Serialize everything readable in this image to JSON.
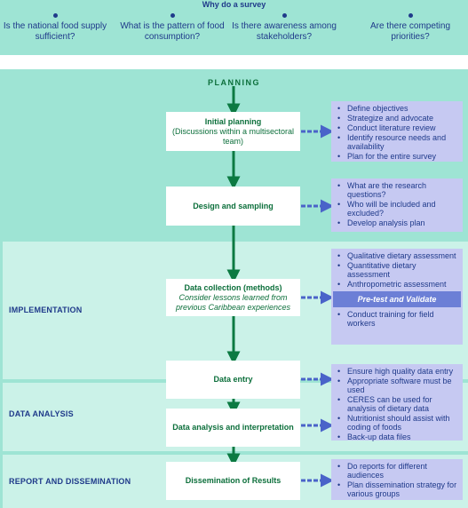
{
  "header": {
    "title": "Why do a survey",
    "questions": [
      "Is the national food supply sufficient?",
      "What is the pattern of food consumption?",
      "Is there awareness among stakeholders?",
      "Are there competing priorities?"
    ]
  },
  "phases": {
    "planning": "PLANNING",
    "implementation": "IMPLEMENTATION",
    "data_analysis": "DATA ANALYSIS",
    "report": "REPORT AND DISSEMINATION"
  },
  "steps": {
    "initial_planning": {
      "title": "Initial planning",
      "subtitle": "(Discussions within a multisectoral team)"
    },
    "design_sampling": {
      "title": "Design and sampling"
    },
    "data_collection": {
      "title": "Data collection (methods)",
      "subtitle": "Consider lessons learned from previous Caribbean experiences"
    },
    "data_entry": {
      "title": "Data entry"
    },
    "data_analysis": {
      "title": "Data analysis and interpretation"
    },
    "dissemination": {
      "title": "Dissemination of Results"
    }
  },
  "notes": {
    "initial_planning": [
      "Define objectives",
      "Strategize and advocate",
      "Conduct literature review",
      "Identify resource needs and availability",
      "Plan for the entire survey"
    ],
    "design_sampling": [
      "What are the research questions?",
      "Who will be included and excluded?",
      "Develop analysis plan"
    ],
    "data_collection": [
      "Qualitative dietary assessment",
      "Quantitative dietary assessment",
      "Anthropometric assessment"
    ],
    "data_collection_highlight": "Pre-test and Validate",
    "data_collection_after": [
      "Conduct training for field workers"
    ],
    "data_entry_analysis": [
      "Ensure high quality data entry",
      "Appropriate software must be used",
      "CERES can be used for analysis of dietary data",
      "Nutritionist should assist with coding of foods",
      "Back-up data files"
    ],
    "dissemination": [
      "Do reports for different audiences",
      "Plan dissemination strategy for various groups"
    ]
  },
  "colors": {
    "teal": "#9ee4d4",
    "pale_teal": "#cbf2e8",
    "lilac": "#c6c9f2",
    "arrow_green": "#0c7a42",
    "navy": "#1f3a8a",
    "dash": "#4a63c9"
  }
}
